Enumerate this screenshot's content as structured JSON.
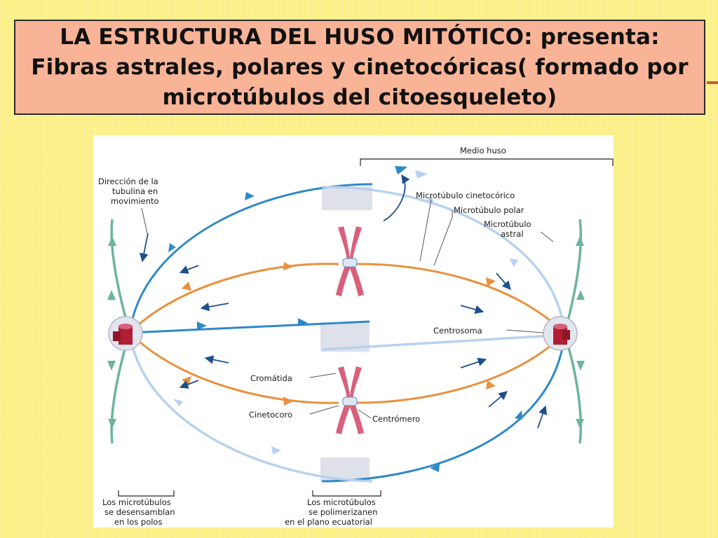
{
  "title": {
    "caps": "La estructura del huso mitótico:",
    "rest": " presenta: Fibras astrales, polares y cinetocóricas( formado por microtúbulos del citoesqueleto)"
  },
  "labels": {
    "medio_huso": "Medio huso",
    "direccion_1": "Dirección de la",
    "direccion_2": "tubulina en",
    "direccion_3": "movimiento",
    "mt_cinetocorico": "Microtúbulo cinetocórico",
    "mt_polar": "Microtúbulo polar",
    "mt_astral_1": "Microtúbulo",
    "mt_astral_2": "astral",
    "centrosoma": "Centrosoma",
    "cromatida": "Cromátida",
    "cinetocoro": "Cinetocoro",
    "centromero": "Centrómero",
    "polos_1": "Los microtúbulos",
    "polos_2": "se desensamblan",
    "polos_3": "en los polos",
    "ecuatorial_1": "Los microtúbulos",
    "ecuatorial_2": "se polimerizanen",
    "ecuatorial_3": "en el plano ecuatorial"
  },
  "colors": {
    "astral": "#6bb59a",
    "kinetochore_mt": "#e8913e",
    "polar_dark": "#2f88c8",
    "polar_light": "#b7d2ee",
    "chromosome": "#d9607c",
    "centrosome": "#b01e34",
    "arrow_dark": "#1d4f8c"
  }
}
